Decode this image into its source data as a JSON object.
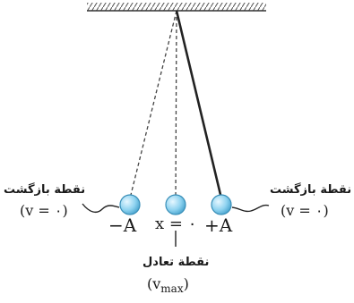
{
  "labels": {
    "turning_point_left": "نقطة بازگشت",
    "turning_point_left_velocity": "(v = ٠)",
    "turning_point_right": "نقطة بازگشت",
    "turning_point_right_velocity": "(v = ٠)",
    "equilibrium_point": "نقطة تعادل",
    "equilibrium_velocity": "(v",
    "equilibrium_velocity_sub": "max",
    "equilibrium_velocity_close": ")",
    "left_extreme": "−A",
    "center_position": "x = ٠",
    "right_extreme": "+A"
  },
  "colors": {
    "bob_fill": "#8fd3f0",
    "bob_stroke": "#3a8fb8",
    "string": "#222222"
  }
}
